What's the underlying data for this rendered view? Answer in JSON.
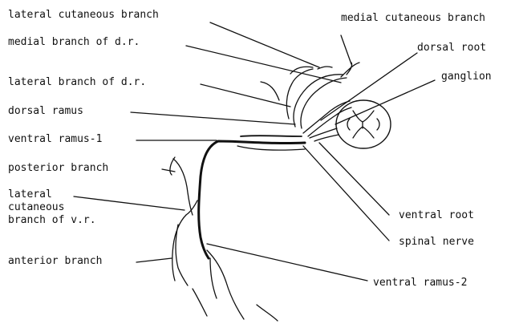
{
  "labels": {
    "lateral_cutaneous_branch": "lateral cutaneous branch",
    "medial_branch_dr": "medial branch of d.r.",
    "lateral_branch_dr": "lateral branch of d.r.",
    "dorsal_ramus": "dorsal ramus",
    "ventral_ramus_1": "ventral ramus-1",
    "posterior_branch": "posterior branch",
    "lateral_cutaneous_branch_vr_1": "lateral",
    "lateral_cutaneous_branch_vr_2": "cutaneous",
    "lateral_cutaneous_branch_vr_3": "branch of v.r.",
    "anterior_branch": "anterior branch",
    "medial_cutaneous_branch": "medial cutaneous branch",
    "dorsal_root": "dorsal root",
    "ganglion": "ganglion",
    "ventral_root": "ventral root",
    "spinal_nerve": "spinal nerve",
    "ventral_ramus_2": "ventral ramus-2"
  }
}
